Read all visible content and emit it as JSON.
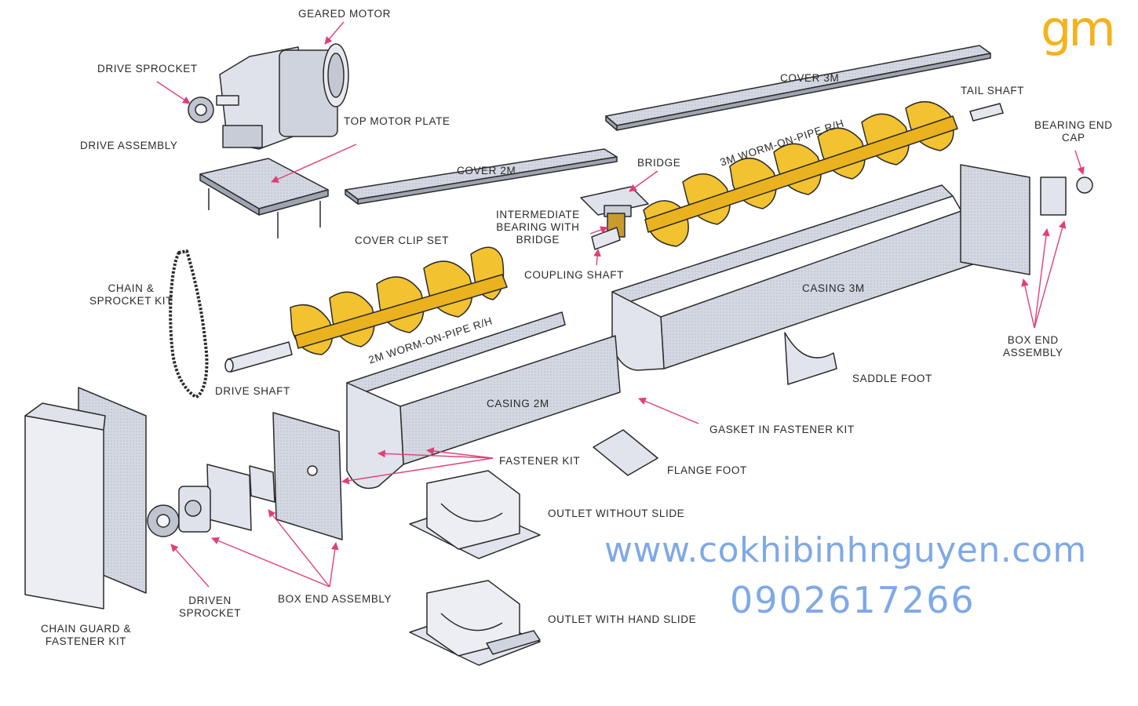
{
  "logo": {
    "text": "gm",
    "color": "#f6b21c"
  },
  "labels": {
    "geared_motor": "GEARED MOTOR",
    "drive_sprocket": "DRIVE SPROCKET",
    "drive_assembly": "DRIVE ASSEMBLY",
    "top_motor_plate": "TOP MOTOR PLATE",
    "cover_3m": "COVER 3M",
    "tail_shaft": "TAIL SHAFT",
    "bearing_end_cap": "BEARING END\nCAP",
    "worm_3m": "3M WORM-ON-PIPE R/H",
    "bridge": "BRIDGE",
    "cover_2m": "COVER 2M",
    "intermediate_bearing": "INTERMEDIATE\nBEARING WITH\nBRIDGE",
    "cover_clip_set": "COVER CLIP SET",
    "coupling_shaft": "COUPLING SHAFT",
    "chain_sprocket_kit": "CHAIN &\nSPROCKET KIT",
    "casing_3m": "CASING 3M",
    "box_end_assembly_right": "BOX END\nASSEMBLY",
    "worm_2m": "2M WORM-ON-PIPE R/H",
    "saddle_foot": "SADDLE FOOT",
    "drive_shaft": "DRIVE SHAFT",
    "casing_2m": "CASING 2M",
    "gasket": "GASKET IN FASTENER KIT",
    "fastener_kit": "FASTENER KIT",
    "flange_foot": "FLANGE FOOT",
    "outlet_without_slide": "OUTLET WITHOUT SLIDE",
    "driven_sprocket": "DRIVEN\nSPROCKET",
    "box_end_assembly_left": "BOX END ASSEMBLY",
    "chain_guard": "CHAIN GUARD &\nFASTENER KIT",
    "outlet_with_hand_slide": "OUTLET WITH HAND SLIDE"
  },
  "watermark": {
    "url": "www.cokhibinhnguyen.com",
    "phone": "0902617266",
    "color": "#7fa9e6"
  },
  "colors": {
    "arrow": "#e0407a",
    "worm": "#f2c230",
    "steel": "#d9dde6",
    "steel_dark": "#9ea4b0",
    "outline": "#2b2b2b"
  }
}
